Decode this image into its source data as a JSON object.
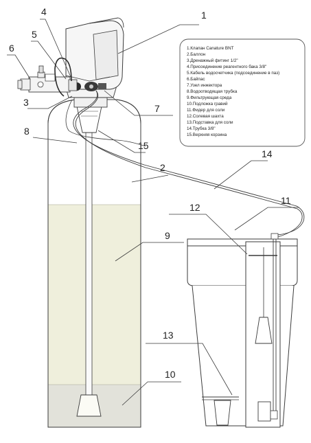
{
  "callouts": {
    "c1": "1",
    "c2": "2",
    "c3": "3",
    "c4": "4",
    "c5": "5",
    "c6": "6",
    "c7": "7",
    "c8": "8",
    "c9": "9",
    "c10": "10",
    "c11": "11",
    "c12": "12",
    "c13": "13",
    "c14": "14",
    "c15": "15"
  },
  "legend": {
    "items": [
      "1.Клапан Canature BNT",
      "2.Баллон",
      "3.Дренажный фитинг 1/2\"",
      "4.Присоединение реагентного бака 3/8\"",
      "5.Кабель водосчетчика (подсоединение в паз)",
      "6.Байпас",
      "7.Узел инжектора",
      "8.Водоотводящая трубка",
      "9.Фильтрующая среда",
      "10.Подложка гравий",
      "11.Фидер для соли",
      "12.Солевая шахта",
      "13.Подставка для соли",
      "14.Трубка 3/8\"",
      "15.Верхняя корзина"
    ]
  },
  "colors": {
    "line": "#3a3a3a",
    "media": "#efefdc",
    "gravel": "#e2e2da",
    "valve": "#f4f4f4",
    "legend_border": "#555555"
  }
}
